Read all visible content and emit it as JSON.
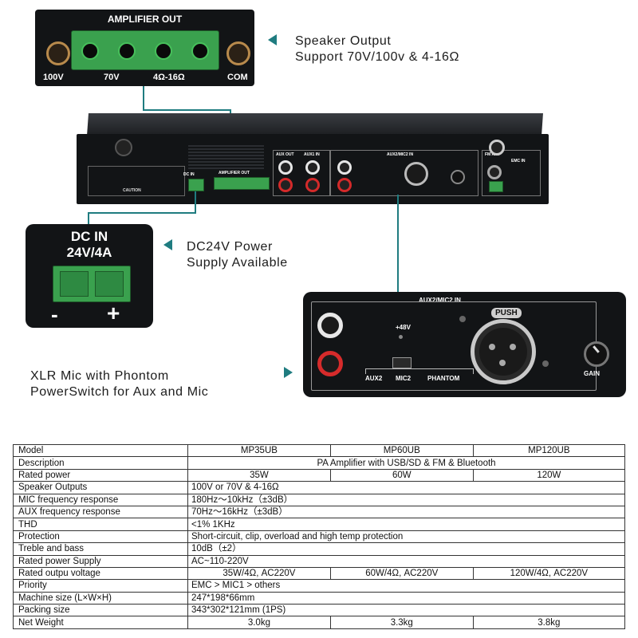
{
  "amp_out": {
    "title": "AMPLIFIER OUT",
    "terminals": [
      "100V",
      "70V",
      "4Ω-16Ω",
      "COM"
    ]
  },
  "callouts": {
    "speaker": [
      "Speaker Output",
      "Support 70V/100v & 4-16Ω"
    ],
    "power": [
      "DC24V Power",
      "Supply Available"
    ],
    "xlr": [
      "XLR Mic with Phontom",
      "PowerSwitch for Aux and Mic"
    ]
  },
  "dc_in": {
    "title1": "DC IN",
    "title2": "24V/4A",
    "minus": "-",
    "plus": "+"
  },
  "mic_panel": {
    "title": "AUX2/MIC2 IN",
    "push": "PUSH",
    "phantom_v": "+48V",
    "switch_labels": [
      "AUX2",
      "MIC2",
      "PHANTOM"
    ],
    "gain": "GAIN"
  },
  "device": {
    "amp_out_small": "AMPLIFIER OUT",
    "dc_in_small": "DC IN",
    "aux_out": "AUX OUT",
    "aux_in": "AUX1 IN",
    "mic2": "AUX2/MIC2 IN",
    "fm_ant": "FM ANT",
    "emc_in": "EMC IN",
    "caution": "CAUTION"
  },
  "spec_table": {
    "models": {
      "label": "Model",
      "values": [
        "MP35UB",
        "MP60UB",
        "MP120UB"
      ]
    },
    "rows": [
      {
        "label": "Description",
        "span": "PA Amplifier with USB/SD & FM & Bluetooth"
      },
      {
        "label": "Rated power",
        "values": [
          "35W",
          "60W",
          "120W"
        ]
      },
      {
        "label": "Speaker Outputs",
        "span": "100V or 70V & 4-16Ω"
      },
      {
        "label": "MIC frequency response",
        "span": "180Hz～10kHz（±3dB）"
      },
      {
        "label": "AUX frequency response",
        "span": "70Hz～16kHz（±3dB）"
      },
      {
        "label": "THD",
        "span": "<1%       1KHz"
      },
      {
        "label": "Protection",
        "span": "Short-circuit, clip, overload and high temp protection"
      },
      {
        "label": "Treble and bass",
        "span": "10dB（±2）"
      },
      {
        "label": "Rated power Supply",
        "span": "AC~110-220V"
      },
      {
        "label": "Rated outpu voltage",
        "values": [
          "35W/4Ω, AC220V",
          "60W/4Ω, AC220V",
          "120W/4Ω, AC220V"
        ]
      },
      {
        "label": "Priority",
        "span": "EMC > MIC1 > others"
      },
      {
        "label": "Machine size (L×W×H)",
        "span": "247*198*66mm"
      },
      {
        "label": "Packing size",
        "span": "343*302*121mm        (1PS)"
      },
      {
        "label": "Net Weight",
        "values": [
          "3.0kg",
          "3.3kg",
          "3.8kg"
        ]
      }
    ]
  },
  "colors": {
    "accent": "#1f7c80",
    "terminal_green": "#3aa14e",
    "panel_black": "#121416"
  }
}
